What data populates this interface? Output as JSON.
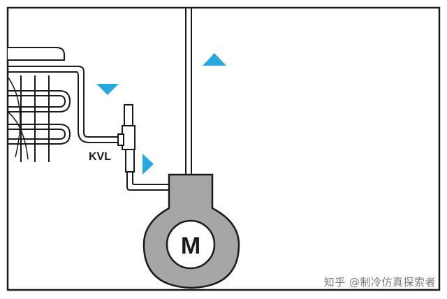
{
  "diagram": {
    "valve_label": "KVL",
    "motor_label": "M",
    "colors": {
      "pipe_stroke": "#1a1a1a",
      "pipe_fill": "#ffffff",
      "compressor_fill": "#a6a6a6",
      "arrow_fill": "#29a8e0",
      "frame_stroke": "#1a1a1a"
    },
    "arrows": [
      {
        "id": "flow-arrow-down",
        "direction": "down"
      },
      {
        "id": "flow-arrow-up",
        "direction": "up"
      },
      {
        "id": "flow-arrow-right",
        "direction": "right"
      }
    ]
  },
  "watermark": {
    "text": "知乎 @制冷仿真探索者"
  }
}
